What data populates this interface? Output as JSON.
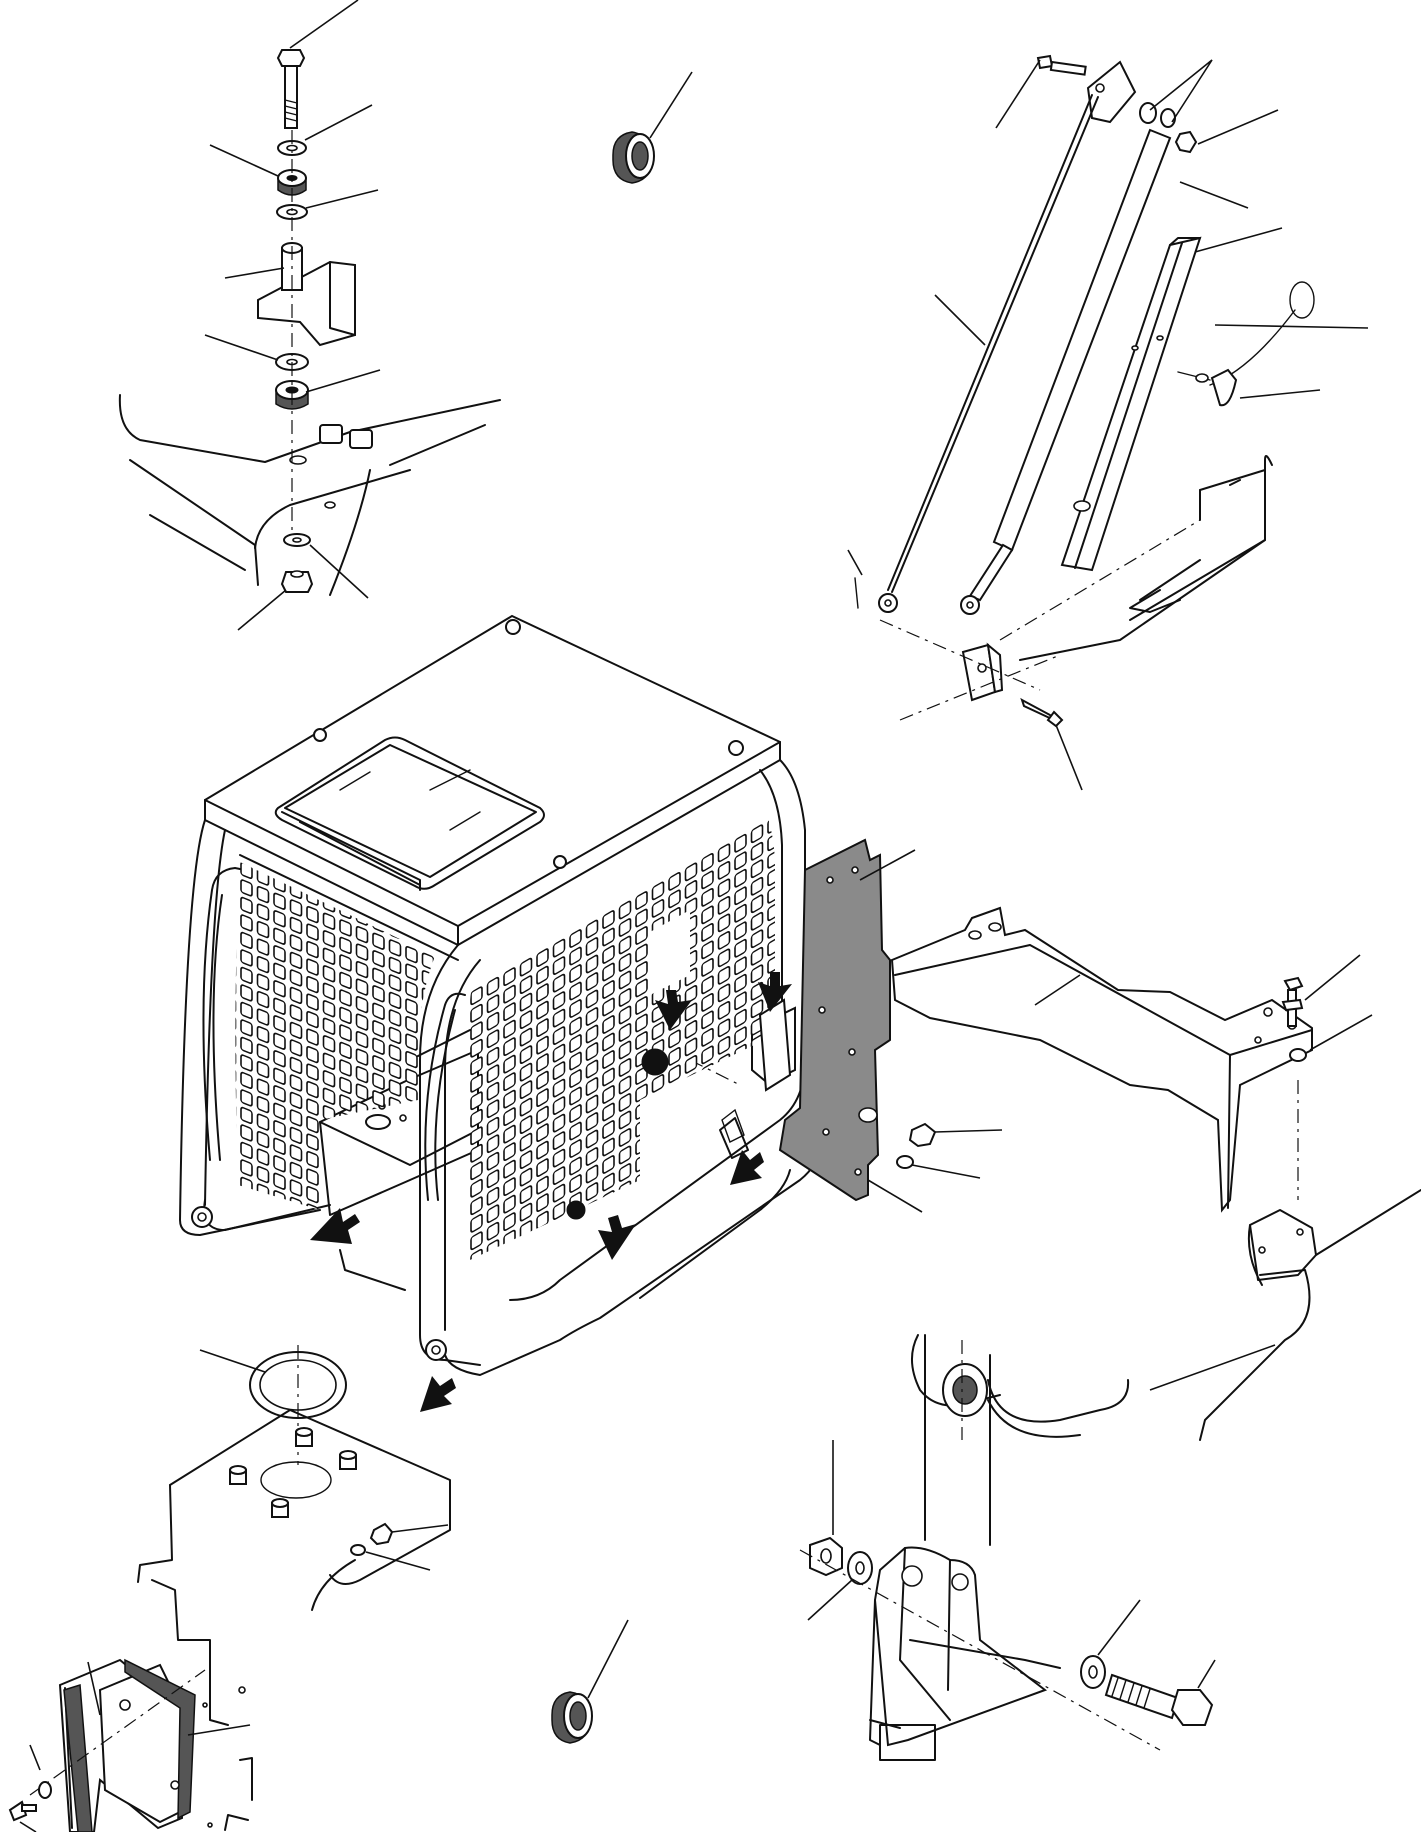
{
  "diagram": {
    "type": "exploded-parts-view",
    "colors": {
      "line": "#111111",
      "plate": "#8a8a8a",
      "background": "#ffffff"
    },
    "parts": [
      "cab-guard-frame",
      "mesh-panel-side",
      "mesh-panel-rear",
      "roof-hatch",
      "top-mount-bolt",
      "washer",
      "rubber-mount",
      "spacer-sleeve",
      "bracket",
      "nut",
      "gas-strut",
      "support-rod",
      "lock-pin",
      "retaining-ring",
      "grommet",
      "rear-plate",
      "cross-beam",
      "pivot-bolt",
      "seal-ring",
      "cover-plate",
      "hinge-bracket"
    ]
  }
}
